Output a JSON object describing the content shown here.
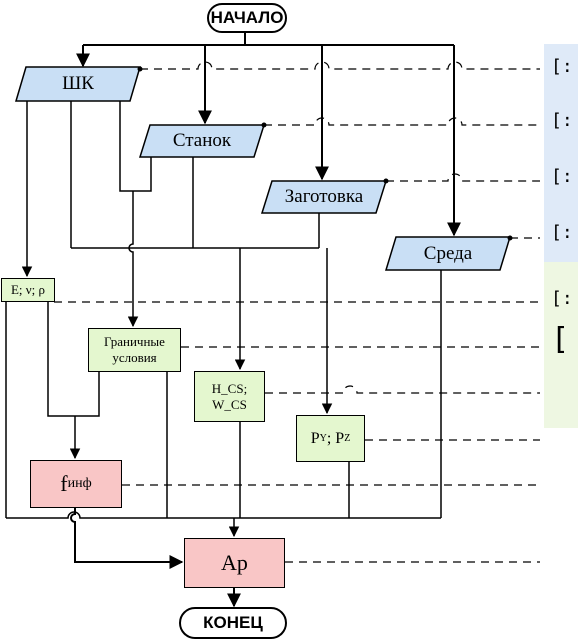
{
  "nodes": {
    "start": "НАЧАЛО",
    "shk": "ШК",
    "stanok": "Станок",
    "zagotovka": "Заготовка",
    "sreda": "Среда",
    "material": "E; ν; ρ",
    "boundary": "Граничные условия",
    "hcs": "H_CS;",
    "wcs": "W_CS",
    "py": "P",
    "py_sub": "Y",
    "sep": "; ",
    "pz": "P",
    "pz_sub": "Z",
    "finf": "f",
    "finf_sub": "инф",
    "ap": "Ap",
    "end": "КОНЕЦ"
  },
  "side_marks": [
    "[:",
    "[:",
    "[:",
    "[:",
    "[:",
    "["
  ],
  "colors": {
    "blue_fill": "#c9dff5",
    "green_fill": "#e4f7cf",
    "pink_fill": "#f9c6c6",
    "panel_blue": "#dfeaf8",
    "panel_green": "#eef7e2"
  }
}
